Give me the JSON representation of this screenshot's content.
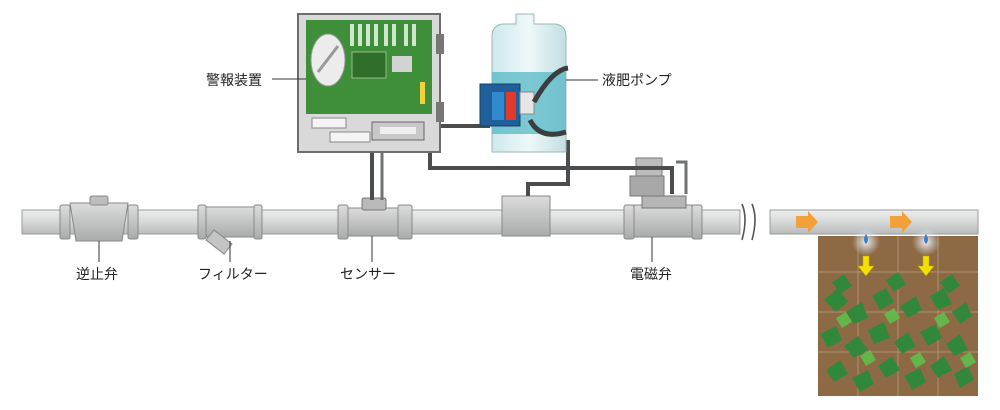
{
  "labels": {
    "alarm": "警報装置",
    "pump": "液肥ポンプ",
    "check_valve": "逆止弁",
    "filter": "フィルター",
    "sensor": "センサー",
    "solenoid": "電磁弁"
  },
  "colors": {
    "pipe": "#d8d9d9",
    "pipe_edge": "#9a9c9c",
    "cable": "#4a4c4d",
    "board": "#3f8f3a",
    "arrow_orange": "#f2a03a",
    "arrow_yellow": "#f3e000",
    "soil": "#9b6a3c",
    "leaf": "#2e8a3a"
  },
  "icons": [
    "alarm-panel-icon",
    "pump-icon",
    "check-valve-icon",
    "filter-icon",
    "sensor-icon",
    "solenoid-valve-icon",
    "flow-arrow-icon",
    "drip-icon",
    "plant-bed-icon"
  ]
}
